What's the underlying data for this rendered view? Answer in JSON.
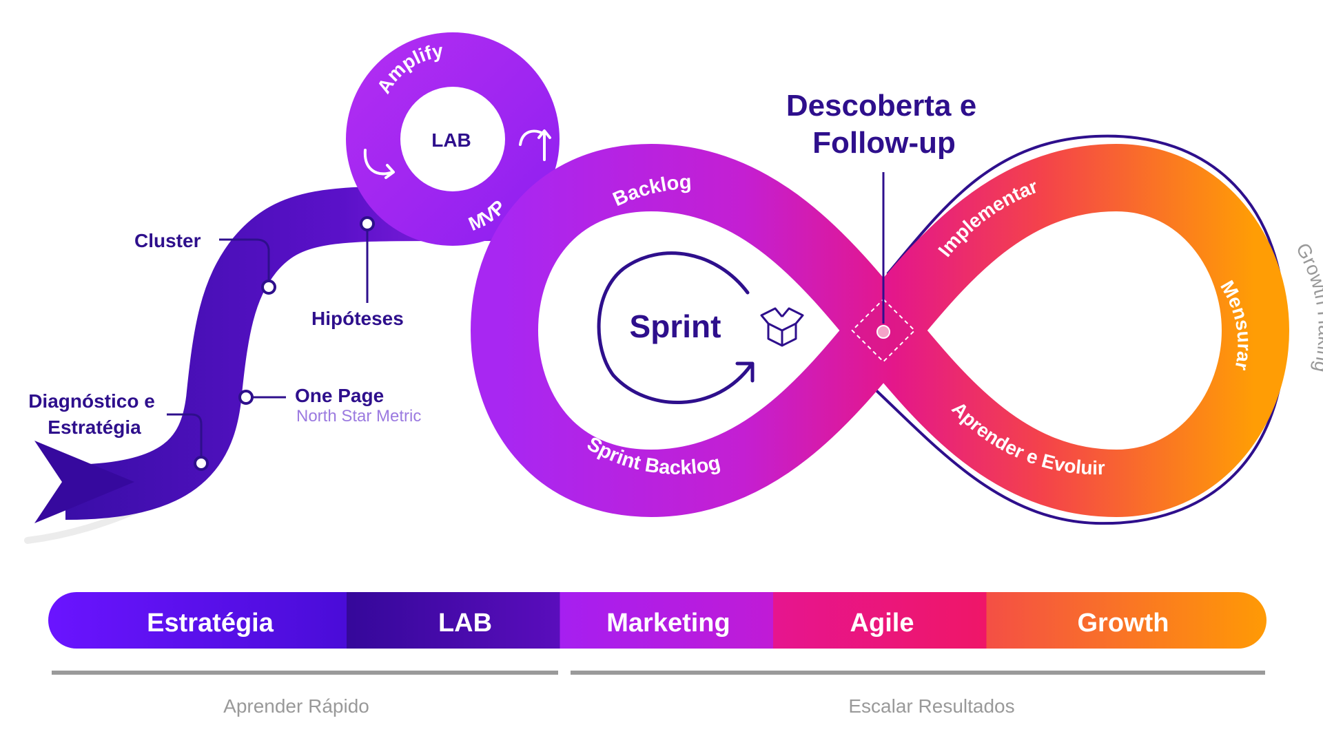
{
  "journey": {
    "stops": {
      "diagnostico_line1": "Diagnóstico e",
      "diagnostico_line2": "Estratégia",
      "cluster": "Cluster",
      "hipoteses": "Hipóteses",
      "one_page": "One Page",
      "north_star": "North Star Metric"
    }
  },
  "lab_loop": {
    "center": "LAB",
    "amplify": "Amplify",
    "mvp": "MVP"
  },
  "infinity": {
    "left_loop": {
      "backlog": "Backlog",
      "sprint": "Sprint",
      "sprint_backlog": "Sprint Backlog"
    },
    "right_loop": {
      "implementar": "Implementar",
      "mensurar": "Mensurar",
      "aprender": "Aprender e Evoluir"
    },
    "crossing_title_line1": "Descoberta e",
    "crossing_title_line2": "Follow-up",
    "outer_label": "Growth Haking"
  },
  "phase_bar": {
    "segments": [
      "Estratégia",
      "LAB",
      "Marketing",
      "Agile",
      "Growth"
    ],
    "colors": {
      "estrategia": "#6a14ff",
      "lab": "#35089a",
      "marketing": "#a61ff0",
      "agile": "#e6137f",
      "growth": "#ff9a05"
    }
  },
  "bottom": {
    "left": "Aprender Rápido",
    "right": "Escalar Resultados"
  }
}
